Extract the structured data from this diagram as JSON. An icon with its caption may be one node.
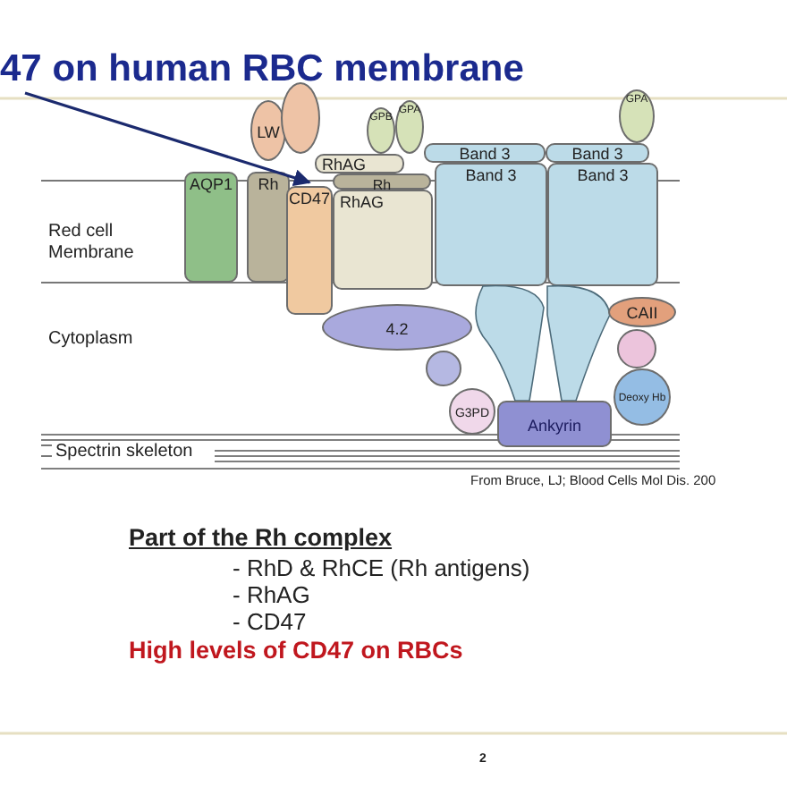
{
  "diagram": {
    "title": "47 on human RBC membrane",
    "nodes": [
      {
        "text": [
          "LW"
        ]
      },
      {
        "text": [],
        "shape": "oval"
      },
      {
        "text": [
          "GPB"
        ]
      },
      {
        "text": [
          "GPA"
        ]
      },
      {
        "text": [
          "RhAG"
        ]
      },
      {
        "text": [
          "Band 3"
        ]
      },
      {
        "text": [
          "Band 3"
        ]
      },
      {
        "text": [
          "Band 3"
        ]
      },
      {
        "text": [
          "Band 3"
        ]
      },
      {
        "text": [
          "GPA"
        ]
      },
      {
        "text": [
          "AQP1"
        ]
      },
      {
        "text": [
          "Rh"
        ]
      },
      {
        "text": [
          "CD47"
        ]
      },
      {
        "text": [
          "Rh"
        ]
      },
      {
        "text": [
          "RhAG"
        ]
      },
      {
        "text": [
          "CAII"
        ]
      },
      {
        "text": [
          "4.2"
        ]
      },
      {
        "text": [],
        "shape": "circle"
      },
      {
        "text": [],
        "shape": "circle"
      },
      {
        "text": [
          "G3PD"
        ]
      },
      {
        "text": [
          "Ankyrin"
        ]
      },
      {
        "text": [
          "Deoxy Hb"
        ]
      }
    ],
    "edges": [
      {
        "from": null,
        "to": 12,
        "arrow": "to"
      }
    ],
    "labels": [
      "Red cell Membrane",
      "Cytoplasm",
      "Spectrin skeleton",
      "From Bruce, LJ; Blood Cells Mol Dis. 200",
      "Part of the Rh complex",
      "- RhD  & RhCE (Rh antigens)",
      "- RhAG",
      "- CD47",
      "High levels of CD47 on RBCs",
      "2"
    ]
  }
}
